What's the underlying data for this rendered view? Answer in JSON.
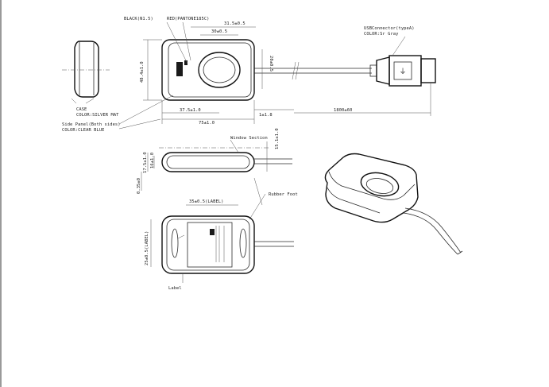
{
  "labels": {
    "black_ink": "BLACK(N1.5)",
    "red_pantone": "RED(PANTONE185C)",
    "dim_31_5": "31.5±0.5",
    "dim_30": "30±0.5",
    "dim_20": "20±0.5",
    "dim_48_4": "48.4±1.0",
    "dim_37_5": "37.5±1.0",
    "dim_75": "75±1.0",
    "dim_1x8": "1±1.8",
    "dim_1800": "1800±60",
    "case_line1": "CASE",
    "case_line2": "COLOR:SILVER MAT",
    "side_panel_line1": "Side Panel(Both sides)",
    "side_panel_line2": "COLOR:CLEAR BLUE",
    "usb_line1": "USBConnector(typeA)",
    "usb_line2": "COLOR:Sr Gray",
    "window_section": "Window Section",
    "dim_17_5": "17.5±1.0",
    "dim_16": "16±1.0",
    "dim_15_1": "15.1±1.0",
    "dim_0_35": "0.35±0",
    "rubber_foot": "Rubber Foot",
    "dim_35_label": "35±0.5(LABEL)",
    "dim_25_label": "25±0.5(LABEL)",
    "label": "Label"
  },
  "colors": {
    "ink": "#1a1a1a",
    "background": "#ffffff",
    "frame_edge": "#9a9a9a"
  }
}
